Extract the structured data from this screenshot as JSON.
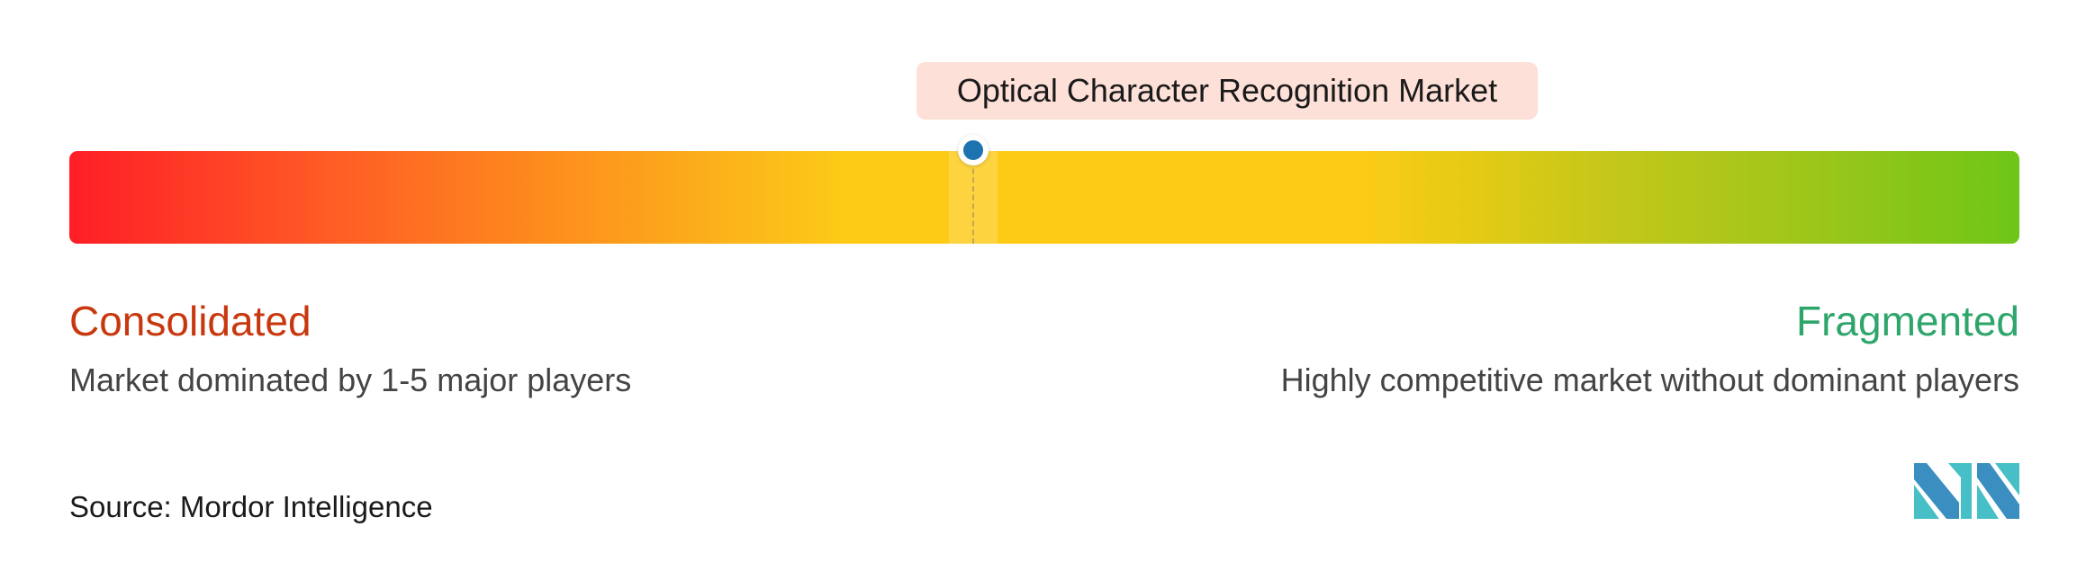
{
  "market": {
    "label": "Optical Character Recognition Market",
    "position": 0.4633
  },
  "scale": {
    "left": {
      "title": "Consolidated",
      "description": "Market dominated by 1-5 major players",
      "color": "#c8380e"
    },
    "right": {
      "title": "Fragmented",
      "description": "Highly competitive market without dominant players",
      "color": "#2ea56b"
    },
    "gradient": [
      "#ff1e26",
      "#fd8f1c",
      "#fdcb16",
      "#6ec617"
    ],
    "marker_color": "#1d72b0"
  },
  "footer": {
    "source": "Source: Mordor Intelligence"
  },
  "logo": {
    "icon": "mordor-intelligence-logo",
    "colors": [
      "#3a8fc0",
      "#46c0c6"
    ]
  }
}
